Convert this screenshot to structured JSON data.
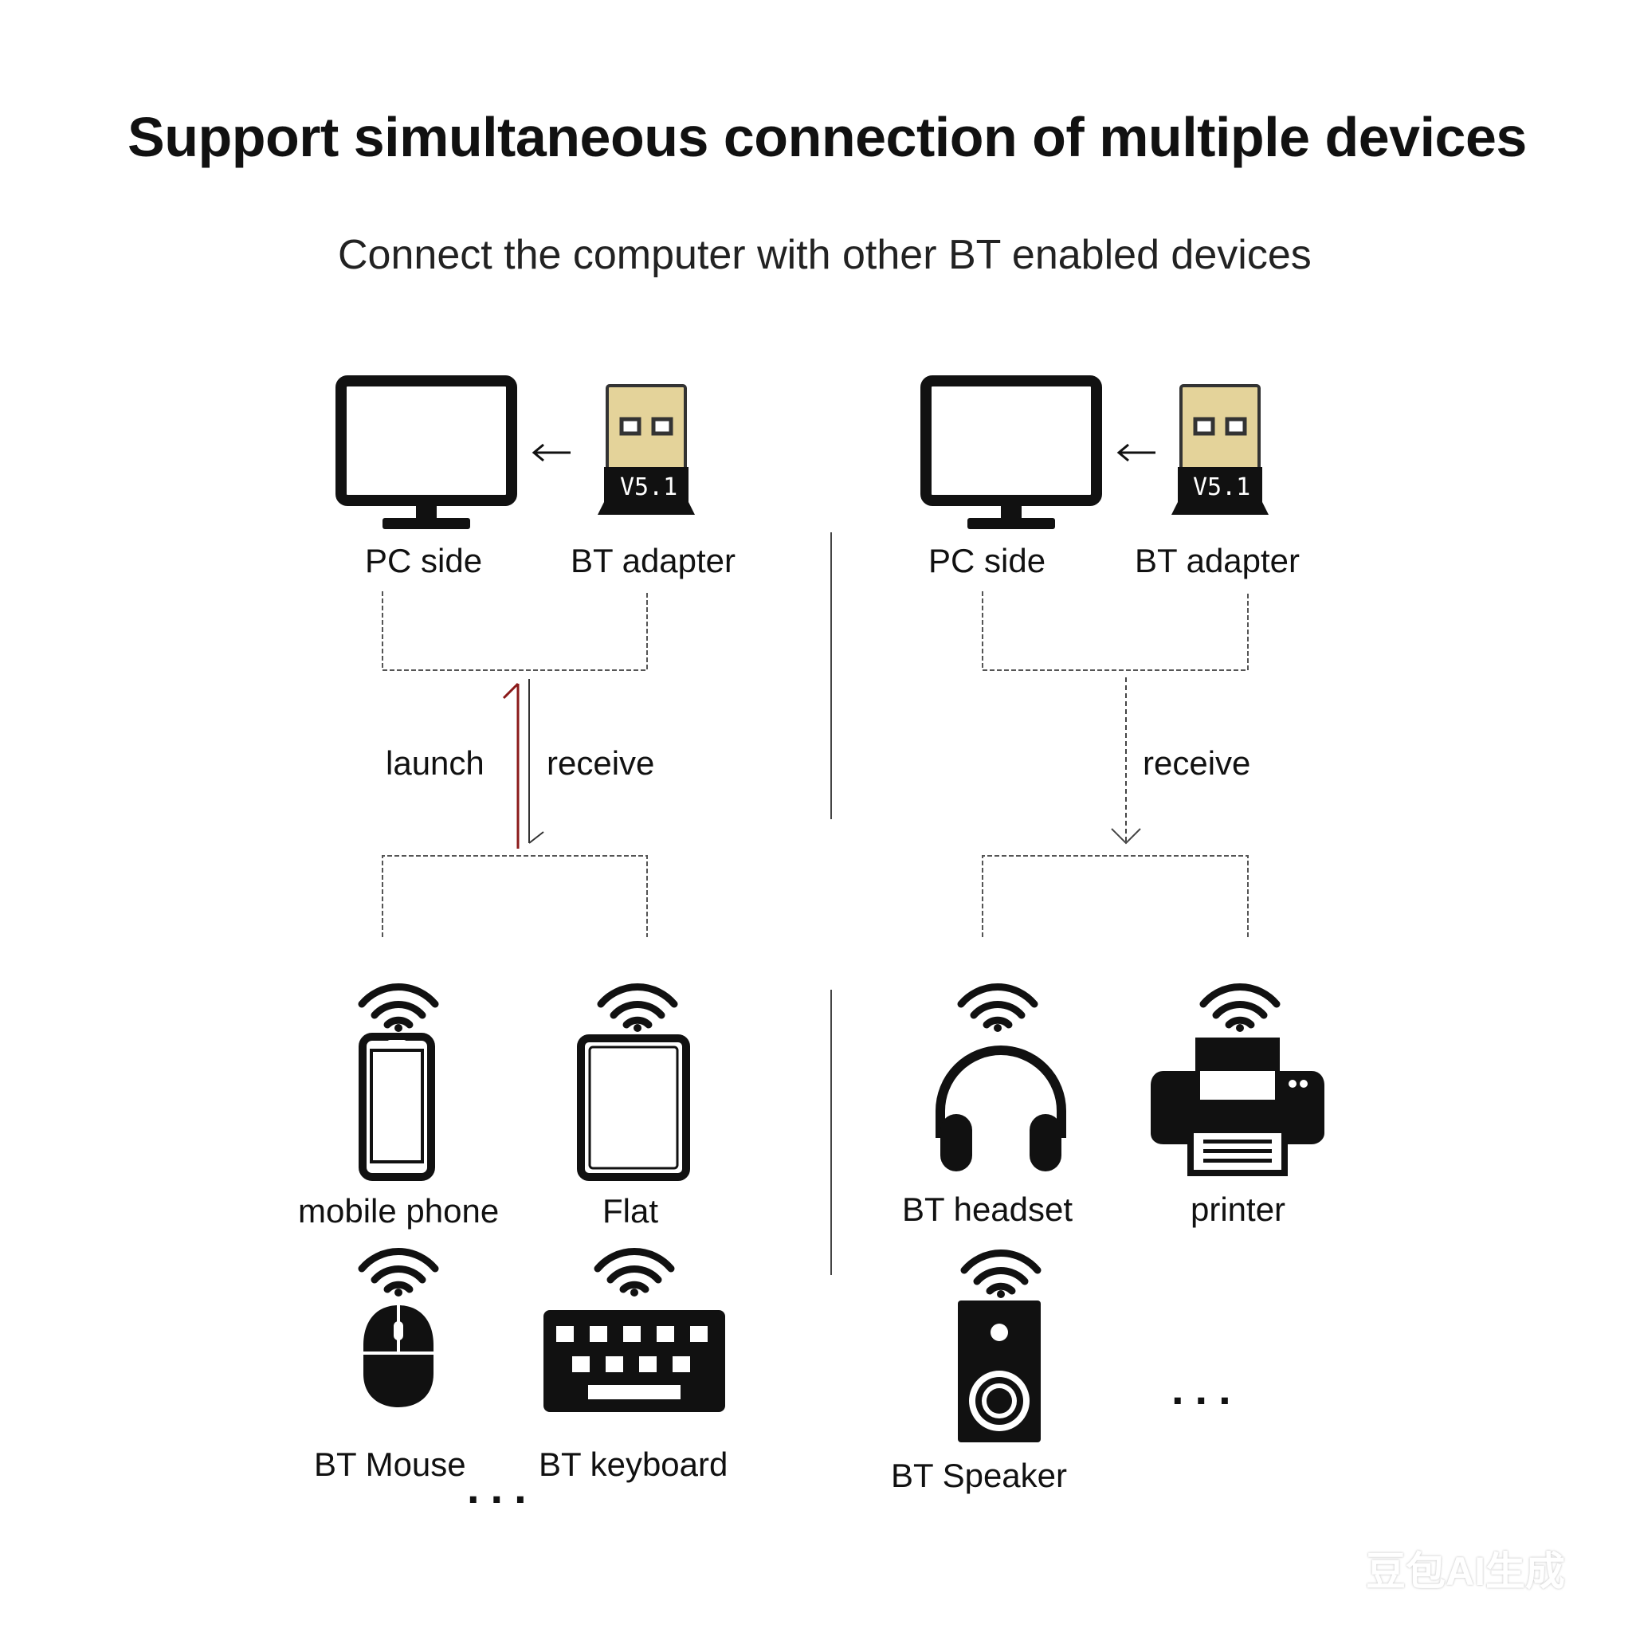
{
  "title": "Support simultaneous connection of multiple devices",
  "subtitle": "Connect the computer with other BT enabled devices",
  "adapter_version": "V5.1",
  "left_panel": {
    "pc_label": "PC side",
    "adapter_label": "BT adapter",
    "launch_label": "launch",
    "receive_label": "receive",
    "devices": [
      "mobile phone",
      "Flat",
      "BT Mouse",
      "BT keyboard"
    ],
    "more": "..."
  },
  "right_panel": {
    "pc_label": "PC side",
    "adapter_label": "BT adapter",
    "receive_label": "receive",
    "devices": [
      "BT headset",
      "printer",
      "BT Speaker"
    ],
    "more": "..."
  },
  "watermark": "豆包AI生成",
  "colors": {
    "launch_arrow": "#8b1a1a",
    "adapter_gold": "#e4d39a",
    "icon_black": "#111111"
  }
}
